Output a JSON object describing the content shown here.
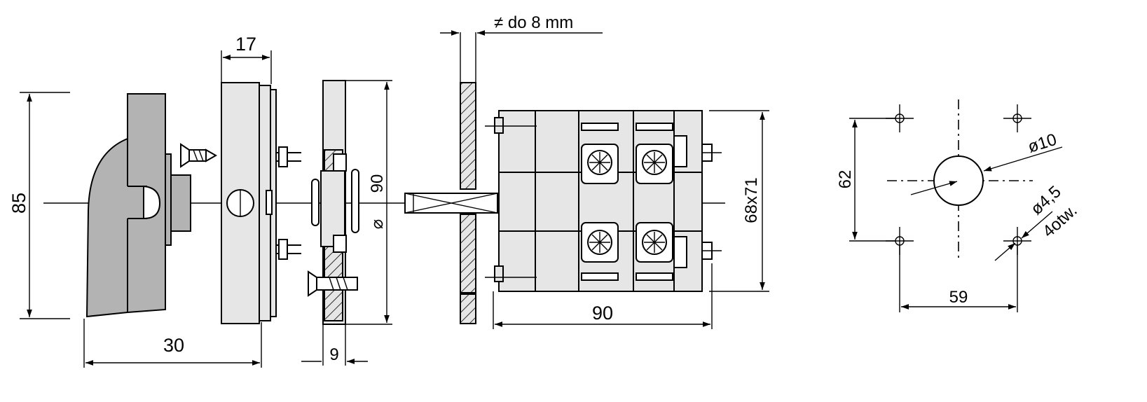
{
  "dimensions": {
    "handle_height": "85",
    "handle_depth": "30",
    "plate_thickness": "17",
    "flange_height": "90",
    "flange_thickness": "9",
    "panel_thickness": "≠ do 8 mm",
    "body_length": "90",
    "body_section": "68x71",
    "hole_spacing_vertical": "62",
    "hole_spacing_horizontal": "59",
    "center_hole": "ø10",
    "mount_holes": "ø4,5",
    "mount_holes_count": "4otw."
  },
  "symbols": {
    "diameter_mark": "⌀"
  }
}
